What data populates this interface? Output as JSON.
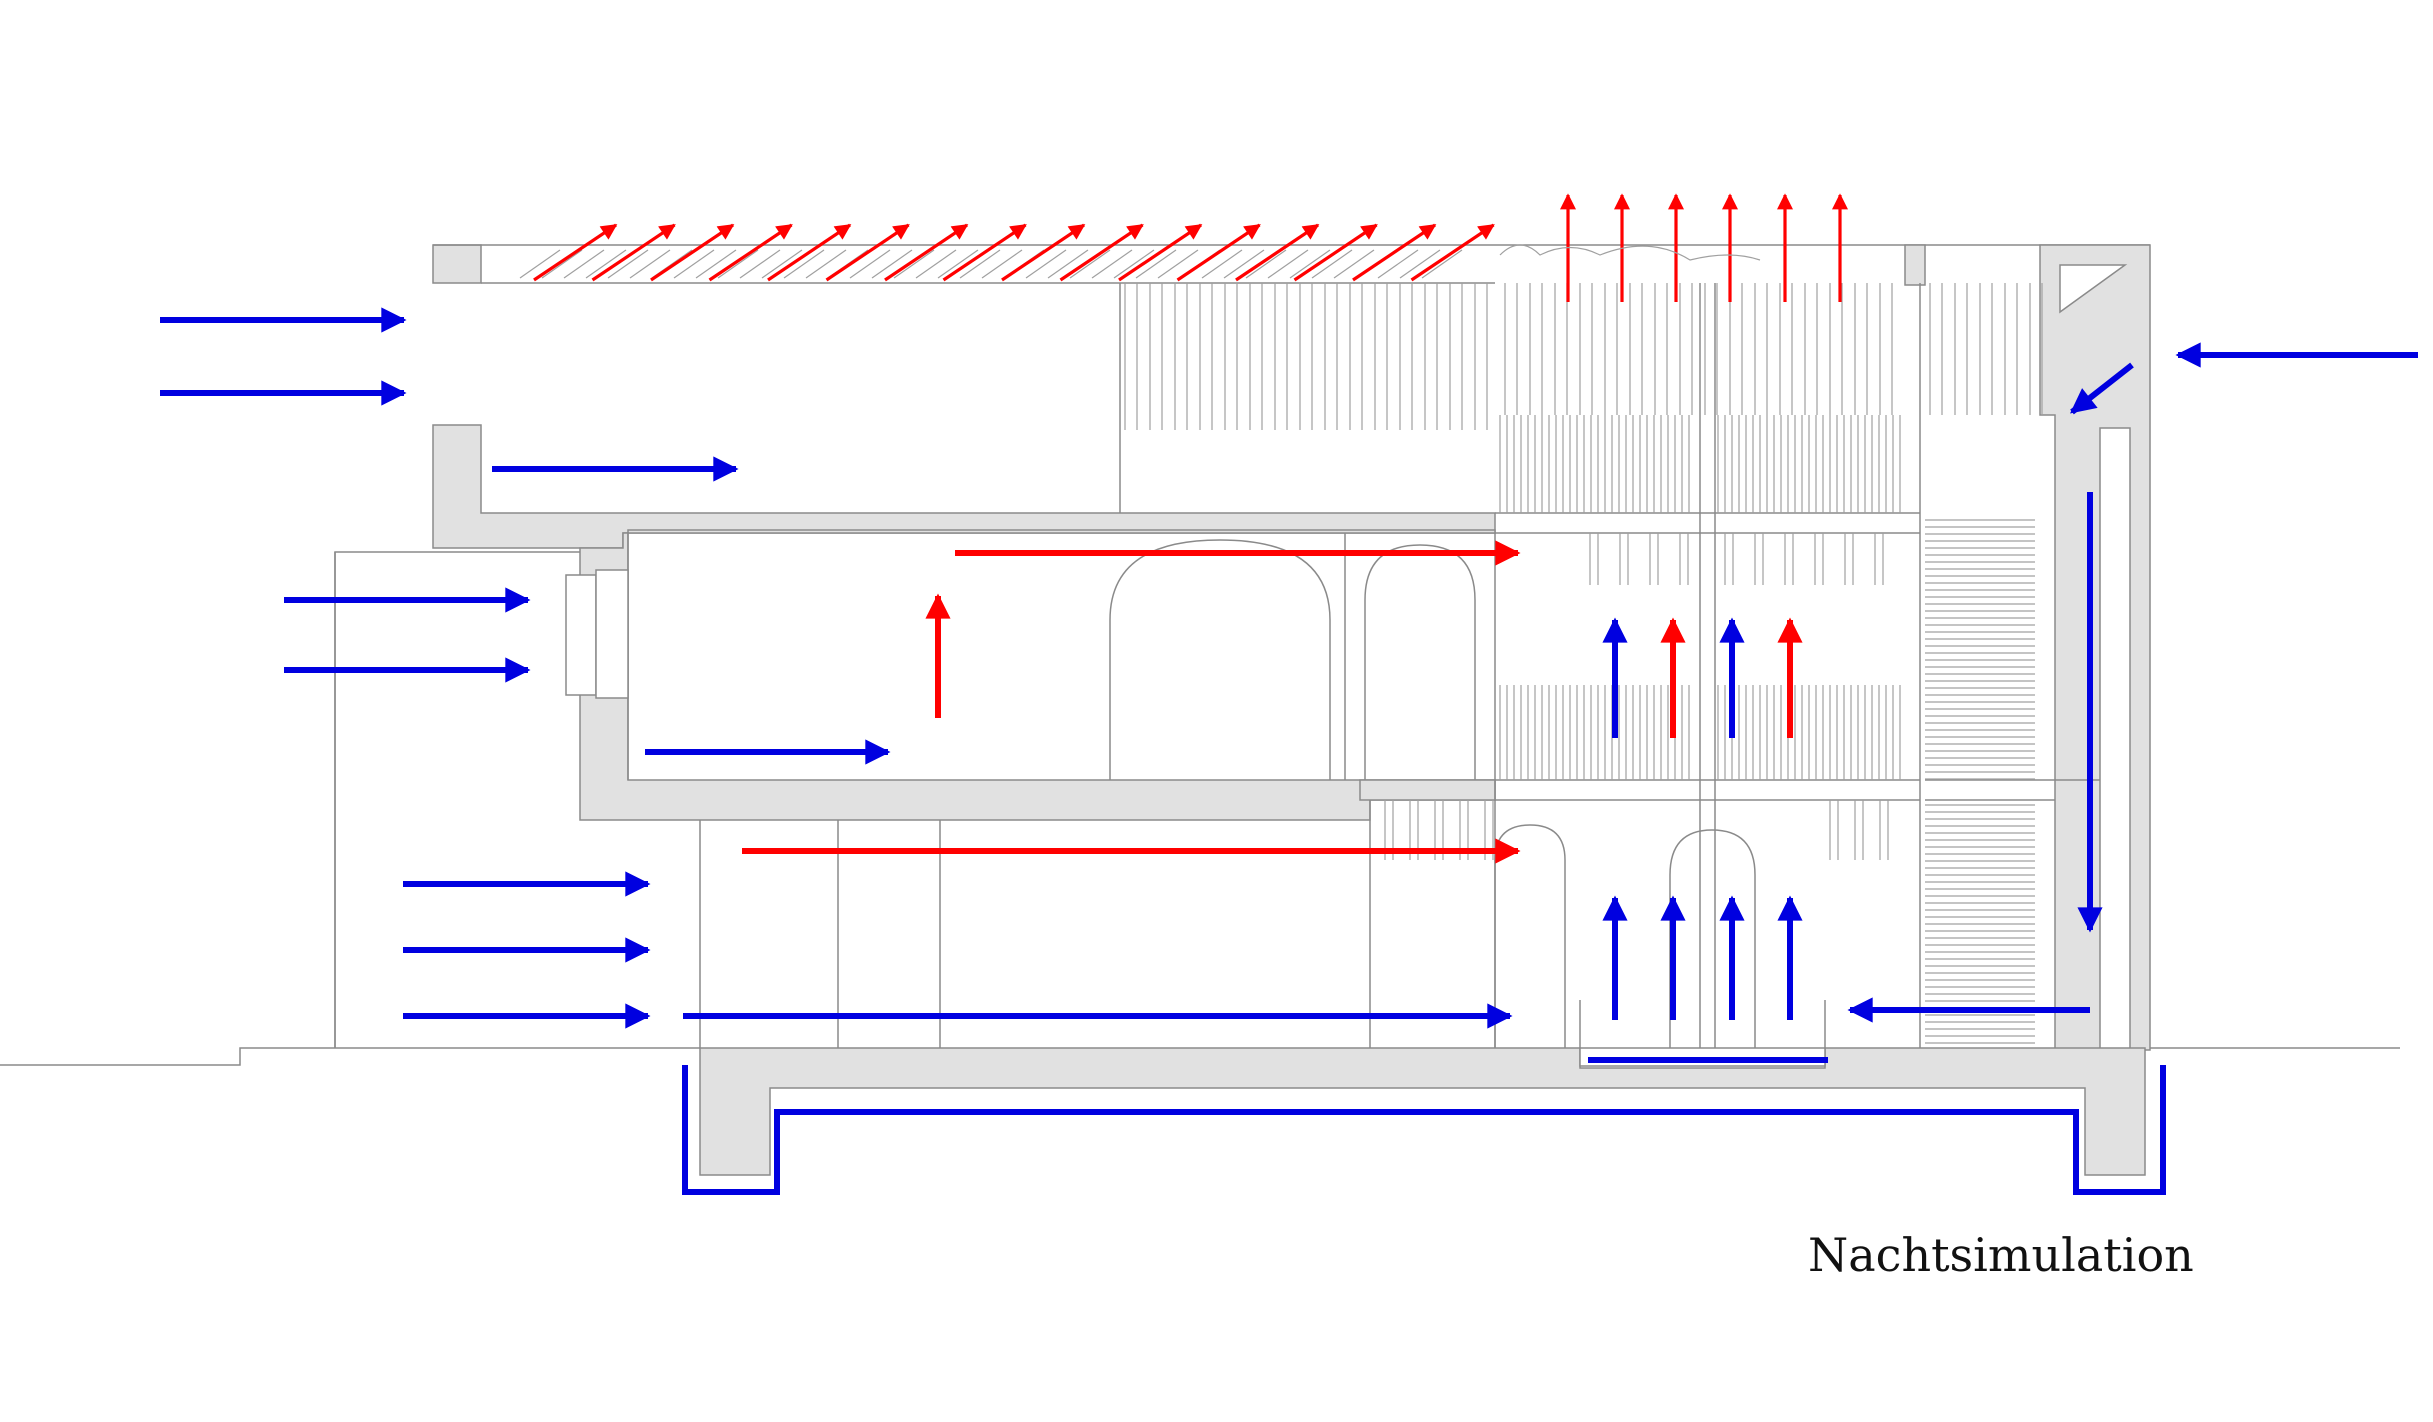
{
  "caption": "Nachtsimulation",
  "colors": {
    "background": "#ffffff",
    "wall_fill": "#e1e1e1",
    "line": "#8a8a8a",
    "cool_air": "#0000e0",
    "warm_air": "#ff0000"
  },
  "legend_semantics": {
    "cool_air_arrow": "blue",
    "warm_air_arrow": "red"
  }
}
